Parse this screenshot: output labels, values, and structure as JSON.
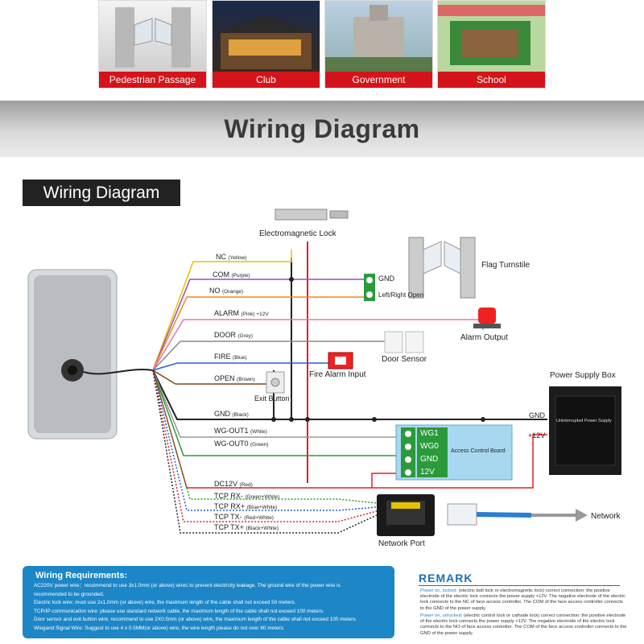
{
  "applications": [
    {
      "caption": "Pedestrian Passage"
    },
    {
      "caption": "Club"
    },
    {
      "caption": "Government"
    },
    {
      "caption": "School"
    }
  ],
  "banner_title": "Wiring Diagram",
  "section_title": "Wiring Diagram",
  "wires": [
    {
      "name": "NC",
      "color_text": "(Yellow)"
    },
    {
      "name": "COM",
      "color_text": "(Purple)"
    },
    {
      "name": "NO",
      "color_text": "(Orange)"
    },
    {
      "name": "ALARM",
      "color_text": "(Pink) +12V"
    },
    {
      "name": "DOOR",
      "color_text": "(Grey)"
    },
    {
      "name": "FIRE",
      "color_text": "(Blue)"
    },
    {
      "name": "OPEN",
      "color_text": "(Brown)"
    },
    {
      "name": "GND",
      "color_text": "(Black)"
    },
    {
      "name": "WG-OUT1",
      "color_text": "(White)"
    },
    {
      "name": "WG-OUT0",
      "color_text": "(Green)"
    },
    {
      "name": "DC12V",
      "color_text": "(Red)"
    },
    {
      "name": "TCP RX-",
      "color_text": "(Green+White)"
    },
    {
      "name": "TCP RX+",
      "color_text": "(Blue+White)"
    },
    {
      "name": "TCP TX-",
      "color_text": "(Red+White)"
    },
    {
      "name": "TCP TX+",
      "color_text": "(Black+White)"
    }
  ],
  "components": {
    "electromagnetic_lock": "Electromagnetic Lock",
    "flag_turnstile": "Flag Turnstile",
    "gnd": "GND",
    "left_right_open": "Left/Right Open",
    "alarm_output": "Alarm Output",
    "door_sensor": "Door Sensor",
    "fire_alarm_input": "Fire Alarm Input",
    "exit_button": "Exit Button",
    "power_supply_box": "Power Supply Box",
    "power_gnd": "GND",
    "power_12v": "+12V",
    "ups_label": "Uninterrupted Power Supply",
    "network_port": "Network Port",
    "network": "Network",
    "board_label": "Access Control Board",
    "terminals": [
      "WG1",
      "WG0",
      "GND",
      "12V"
    ]
  },
  "requirements": {
    "title": "Wiring Requirements:",
    "items": [
      "AC220V power wire：recommend to use 3x1.0mm (or above) wires to prevent electricity leakage. The ground wire of the power wire is",
      "recommended to be grounded.",
      "Electric lock wire: must use 2x1.0mm (or above) wire, the maximum length of the cable shall not exceed 50 meters.",
      "TCP/IP communication wire: please use standard network cable, the maximum length of the cable shall not exceed 100 meters.",
      "Door sensor and exit button wire: recommend to use 2X0.5mm (or above) wire, the maximum length of the cable shall not exceed 100 meters.",
      "Wiegand Signal Wire: Suggest to use 4 x 0.5MM(or above) wire, the wire length please do not over 80 meters."
    ]
  },
  "remark": {
    "title": "REMARK",
    "p1_key": "Power on, locked:",
    "p1_text": "(electric bolt lock or electromagnetic lock) correct connection: the positive electrode of the electric lock connects the power supply +12V. The negative electrode of the electric lock connects to the NC of face access controller. The COM of the face access controller connects to the GND of the power supply.",
    "p2_key": "Power on, unlocked:",
    "p2_text": "(electric control lock or cathode lock) correct connection: the positive electrode of the electric lock connects the power supply +12V. The negative electrode of the electric lock connects to the NO of face access controller. The COM of the face access controller connects to the GND of the power supply."
  }
}
